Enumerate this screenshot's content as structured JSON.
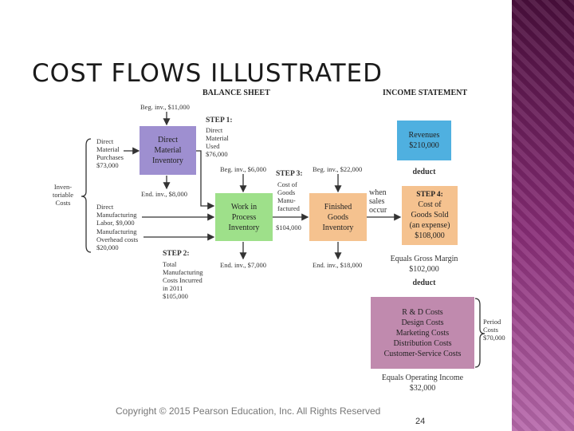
{
  "slide": {
    "title": "COST FLOWS ILLUSTRATED",
    "footer": "Copyright © 2015 Pearson Education, Inc. All Rights Reserved",
    "page_number": "24"
  },
  "diagram": {
    "balance_sheet_header": "BALANCE SHEET",
    "income_statement_header": "INCOME STATEMENT",
    "beg_inv_dm": "Beg. inv., $11,000",
    "end_inv_dm": "End. inv., $8,000",
    "dm_box": "Direct\nMaterial\nInventory",
    "dm_purchases": "Direct\nMaterial\nPurchases\n$73,000",
    "inventoriable_costs": "Inven-\ntoriable\nCosts",
    "dml": "Direct\nManufacturing\nLabor, $9,000",
    "moh": "Manufacturing\nOverhead costs\n$20,000",
    "step1_title": "STEP 1:",
    "step1_text": "Direct\nMaterial\nUsed\n$76,000",
    "beg_inv_wip": "Beg. inv., $6,000",
    "end_inv_wip": "End. inv., $7,000",
    "wip_box": "Work in\nProcess\nInventory",
    "step2_title": "STEP 2:",
    "step2_text": "Total\nManufacturing\nCosts Incurred\nin 2011\n$105,000",
    "step3_title": "STEP 3:",
    "step3_text": "Cost of\nGoods\nManu-\nfactured",
    "step3_value": "$104,000",
    "beg_inv_fg": "Beg. inv., $22,000",
    "end_inv_fg": "End. inv., $18,000",
    "fg_box": "Finished\nGoods\nInventory",
    "when_sales": "when\nsales\noccur",
    "revenues_box": "Revenues\n$210,000",
    "deduct1": "deduct",
    "step4_title": "STEP 4:",
    "step4_text": "Cost of\nGoods Sold\n(an expense)\n$108,000",
    "gross_margin": "Equals Gross Margin\n$102,000",
    "deduct2": "deduct",
    "period_box": "R & D Costs\nDesign Costs\nMarketing Costs\nDistribution Costs\nCustomer-Service Costs",
    "period_costs": "Period\nCosts\n$70,000",
    "operating_income": "Equals Operating Income\n$32,000"
  },
  "colors": {
    "dm_box": "#9e8fd0",
    "wip_box": "#9ee08a",
    "fg_box": "#f5c28f",
    "cogs_box": "#f5c28f",
    "revenues_box": "#4fb0e0",
    "period_box": "#c08aae"
  }
}
